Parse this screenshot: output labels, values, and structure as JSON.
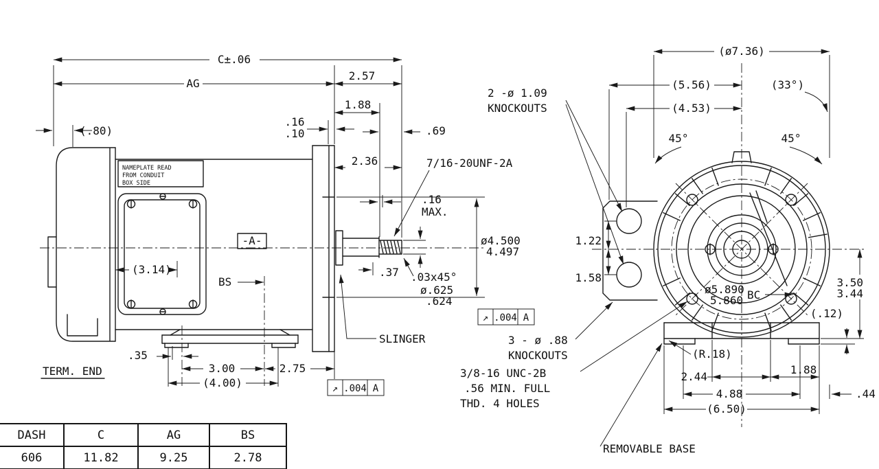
{
  "icons": {
    "runout": "↗"
  },
  "side_view": {
    "term_label": "TERM. END",
    "nameplate": [
      "NAMEPLATE READ",
      "FROM CONDUIT",
      "BOX SIDE"
    ],
    "datum": "-A-",
    "dims": {
      "overall": "C±.06",
      "ag": "AG",
      "rear": "(.80)",
      "d257": "2.57",
      "d188": "1.88",
      "d016": ".16",
      "d010": ".10",
      "d069": ".69",
      "d236": "2.36",
      "thread": "7/16-20UNF-2A",
      "d016max": ".16",
      "max": "MAX.",
      "pilot_hi": "ø4.500",
      "pilot_lo": "4.497",
      "d037": ".37",
      "chamfer": ".03x45°",
      "shaft_hi": "ø.625",
      "shaft_lo": ".624",
      "d314": "(3.14)",
      "bs": "BS",
      "slinger": "SLINGER",
      "d035": ".35",
      "d300": "3.00",
      "d400": "(4.00)",
      "d275": "2.75",
      "runout_tol": ".004",
      "runout_datum": "A"
    }
  },
  "end_view": {
    "dims": {
      "od": "(ø7.36)",
      "d556": "(5.56)",
      "a33": "(33°)",
      "d453": "(4.53)",
      "a45l": "45°",
      "a45r": "45°",
      "ko_top_qty": "2 -ø 1.09",
      "ko_top_label": "KNOCKOUTS",
      "d122": "1.22",
      "d158": "1.58",
      "bc_hi": "ø5.890",
      "bc_lo": "5.860",
      "bc": "BC",
      "d350": "3.50",
      "d344": "3.44",
      "d012": "(.12)",
      "ko_bot_qty": "3 - ø .88",
      "ko_bot_label": "KNOCKOUTS",
      "r018": "(R.18)",
      "d244": "2.44",
      "d188": "1.88",
      "d488": "4.88",
      "d044": ".44",
      "d650": "(6.50)",
      "tap1": "3/8-16 UNC-2B",
      "tap2": ".56 MIN. FULL",
      "tap3": "THD. 4 HOLES",
      "removable_base": "REMOVABLE BASE"
    }
  },
  "table": {
    "headers": [
      "DASH",
      "C",
      "AG",
      "BS"
    ],
    "row": [
      "606",
      "11.82",
      "9.25",
      "2.78"
    ]
  }
}
